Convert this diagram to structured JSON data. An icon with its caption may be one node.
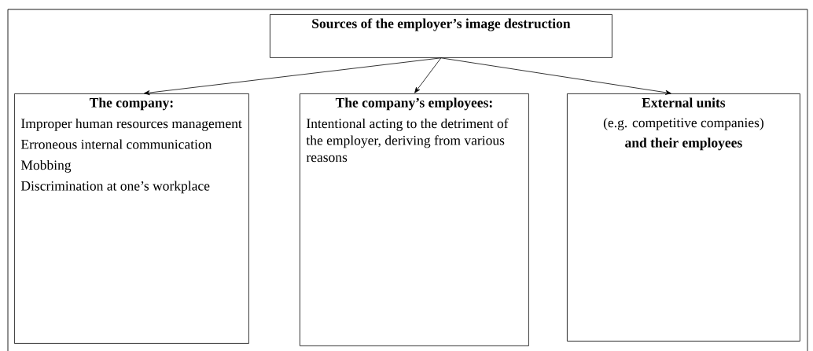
{
  "diagram": {
    "nodes": [
      {
        "text": [
          "Sources of the employer’s image destruction"
        ]
      },
      {
        "text": [
          "The company:",
          "Improper human resources management",
          "Erroneous internal communication",
          "Mobbing",
          "Discrimination at one’s workplace"
        ]
      },
      {
        "text": [
          "The company’s employees:",
          "Intentional acting to the detriment of the employer, deriving from various reasons"
        ]
      },
      {
        "text": [
          "External units",
          "(e.g. competitive companies)",
          "and their employees"
        ]
      }
    ],
    "edges": [
      {
        "from": 0,
        "to": 1,
        "arrow": "to"
      },
      {
        "from": 0,
        "to": 2,
        "arrow": "to"
      },
      {
        "from": 0,
        "to": 3,
        "arrow": "to"
      }
    ]
  }
}
